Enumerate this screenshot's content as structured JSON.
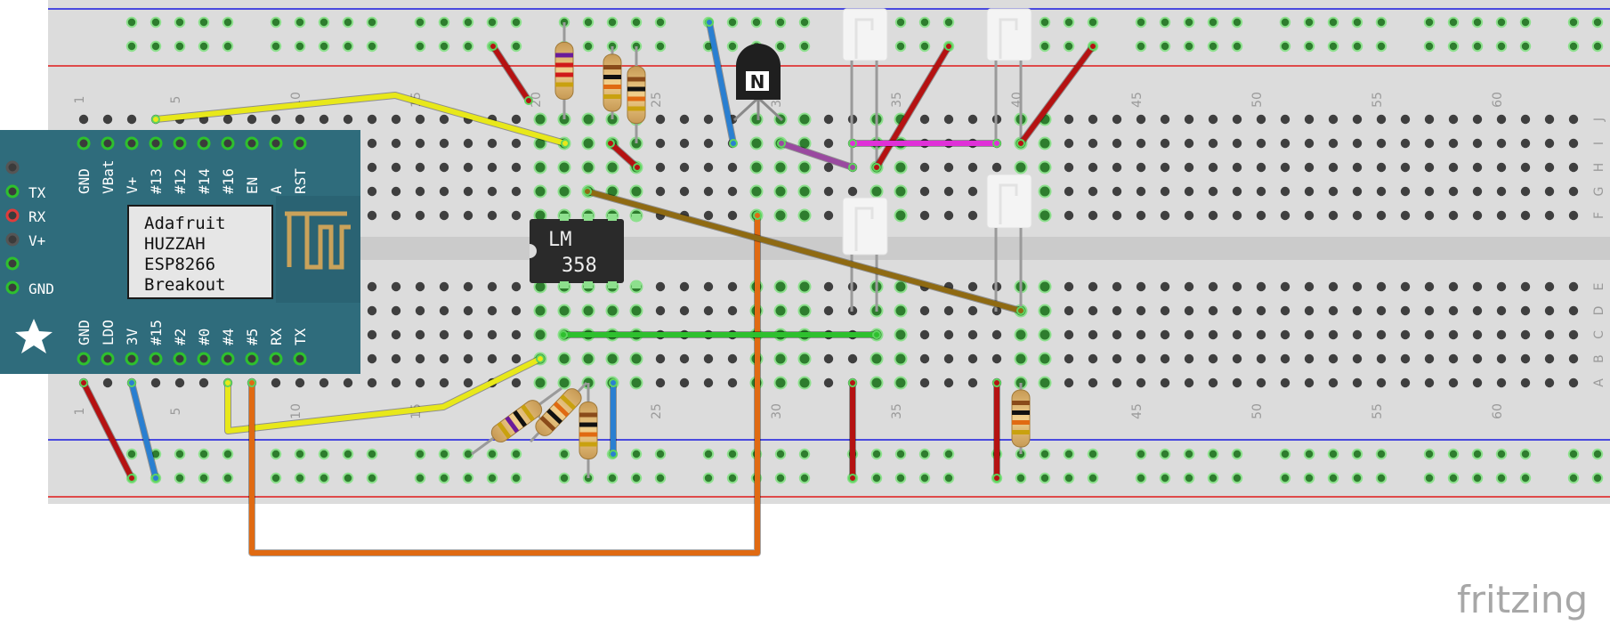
{
  "app": {
    "watermark": "fritzing"
  },
  "breadboard": {
    "column_numbers": [
      "1",
      "5",
      "10",
      "15",
      "20",
      "25",
      "30",
      "35",
      "40",
      "45",
      "50",
      "55",
      "60"
    ],
    "row_letters_top": [
      "J",
      "I",
      "H",
      "G",
      "F"
    ],
    "row_letters_bottom": [
      "E",
      "D",
      "C",
      "B",
      "A"
    ]
  },
  "huzzah": {
    "title_lines": [
      "Adafruit",
      "HUZZAH",
      "ESP8266",
      "Breakout"
    ],
    "top_pins": [
      "GND",
      "VBat",
      "V+",
      "#13",
      "#12",
      "#14",
      "#16",
      "EN",
      "A",
      "RST"
    ],
    "bottom_pins": [
      "GND",
      "LDO",
      "3V",
      "#15",
      "#2",
      "#0",
      "#4",
      "#5",
      "RX",
      "TX"
    ],
    "side_pins": [
      "TX",
      "RX",
      "V+",
      "GND"
    ]
  },
  "opamp": {
    "line1": "LM",
    "line2": "358"
  },
  "transistor": {
    "label": "N"
  },
  "colors": {
    "board": "#dcdcdc",
    "board_edge": "#c8c8c8",
    "hole": "#3f3f3f",
    "hole_connected": "#2e7d2e",
    "rail_red": "#e01a1a",
    "rail_blue": "#1a1ae0",
    "huzzah_pcb": "#2f6c7c",
    "ic_body": "#2a2a2a",
    "wire_yellow": "#e8e81a",
    "wire_red": "#b51212",
    "wire_blue": "#2a7fd1",
    "wire_orange": "#e06a12",
    "wire_brown": "#8f6a12",
    "wire_green": "#2ec02e",
    "wire_magenta": "#e030d8",
    "wire_purple": "#9a4aa0"
  }
}
